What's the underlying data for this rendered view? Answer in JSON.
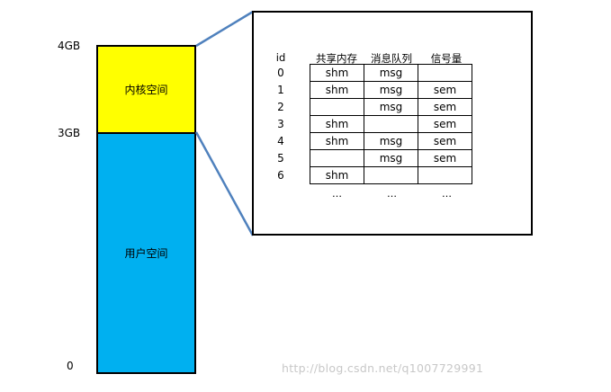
{
  "address_labels": {
    "top": "4GB",
    "boundary": "3GB",
    "bottom": "0"
  },
  "memory_blocks": {
    "kernel": {
      "label": "内核空间",
      "color": "#FFFF00"
    },
    "user": {
      "label": "用户空间",
      "color": "#00B0F0"
    }
  },
  "connector_color": "#4F81BD",
  "table": {
    "headers": [
      "id",
      "共享内存",
      "消息队列",
      "信号量"
    ],
    "ids": [
      "0",
      "1",
      "2",
      "3",
      "4",
      "5",
      "6"
    ],
    "rows": [
      [
        "shm",
        "msg",
        ""
      ],
      [
        "shm",
        "msg",
        "sem"
      ],
      [
        "",
        "msg",
        "sem"
      ],
      [
        "shm",
        "",
        "sem"
      ],
      [
        "shm",
        "msg",
        "sem"
      ],
      [
        "",
        "msg",
        "sem"
      ],
      [
        "shm",
        "",
        ""
      ]
    ],
    "ellipsis": [
      "…",
      "…",
      "…"
    ]
  },
  "watermark": "http://blog.csdn.net/q1007729991"
}
